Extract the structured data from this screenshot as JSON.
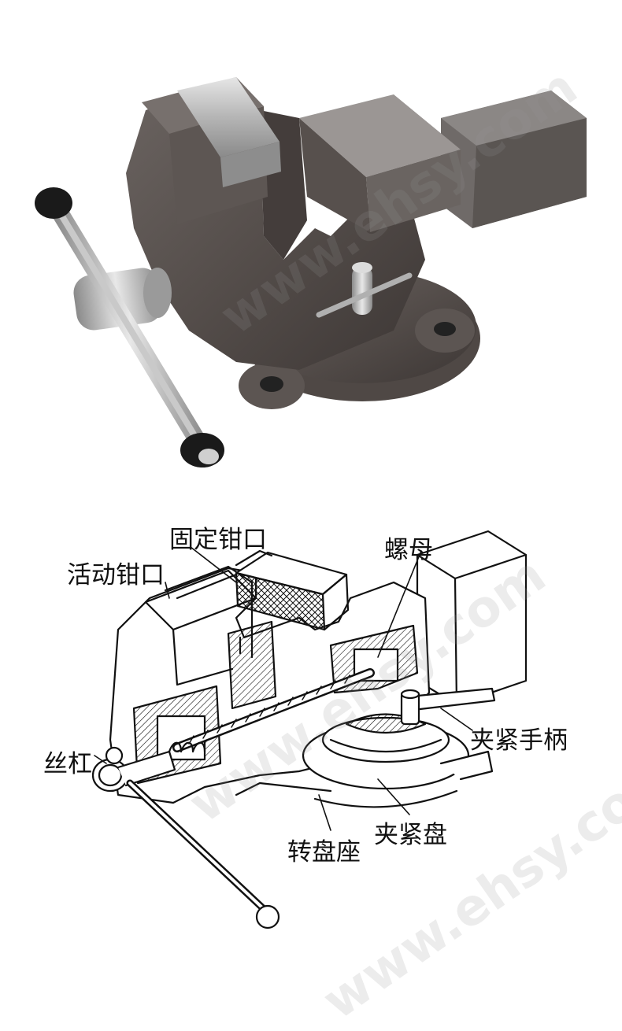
{
  "watermark": "www.ehsy.com",
  "labels": {
    "fixed_jaw": "固定钳口",
    "movable_jaw": "活动钳口",
    "nut": "螺母",
    "clamp_handle": "夹紧手柄",
    "lead_screw": "丝杠",
    "clamp_plate": "夹紧盘",
    "turntable_base": "转盘座"
  },
  "colors": {
    "cast_iron": "#5a5350",
    "cast_iron_dark": "#3b3533",
    "steel": "#b8b8b8",
    "line": "#111111"
  }
}
